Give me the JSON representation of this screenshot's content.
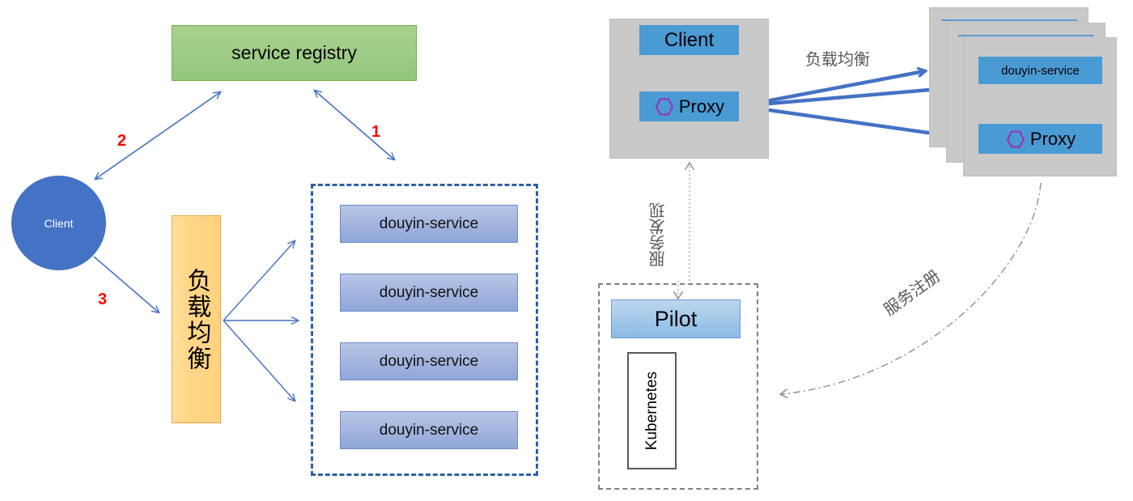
{
  "diagram": {
    "title": "Service registry and Istio service mesh architecture",
    "colors": {
      "registry_green": "#a9d18e",
      "client_blue": "#4472c4",
      "loadbalancer_orange": "#ffd27f",
      "service_blue": "#a4b5df",
      "pod_gray": "#c9c9c9",
      "sidecar_blue": "#4a9ad4",
      "hexagon_purple": "#9b30b0",
      "number_red": "#ff0000",
      "label_gray": "#595959",
      "dashed_border_blue": "#2e5fa3"
    }
  },
  "left": {
    "registry": {
      "label": "service registry"
    },
    "client": {
      "label": "Client"
    },
    "load_balancer": {
      "label": "负载均衡"
    },
    "service_group": {
      "services": [
        {
          "label": "douyin-service"
        },
        {
          "label": "douyin-service"
        },
        {
          "label": "douyin-service"
        },
        {
          "label": "douyin-service"
        }
      ]
    },
    "step_numbers": [
      {
        "id": "step-1",
        "label": "1"
      },
      {
        "id": "step-2",
        "label": "2"
      },
      {
        "id": "step-3",
        "label": "3"
      }
    ]
  },
  "right": {
    "client_pod": {
      "app": {
        "label": "Client"
      },
      "sidecar": {
        "label": "Proxy",
        "icon": "hexagon-icon"
      }
    },
    "service_pods": {
      "count": 3,
      "app": {
        "label": "douyin-service"
      },
      "sidecar": {
        "label": "Proxy",
        "icon": "hexagon-icon"
      }
    },
    "control_plane": {
      "pilot": {
        "label": "Pilot"
      },
      "platform": {
        "label": "Kubernetes"
      }
    },
    "edge_labels": {
      "load_balancing": "负载均衡",
      "service_discovery": "服务发现",
      "service_registration": "服务注册"
    }
  }
}
